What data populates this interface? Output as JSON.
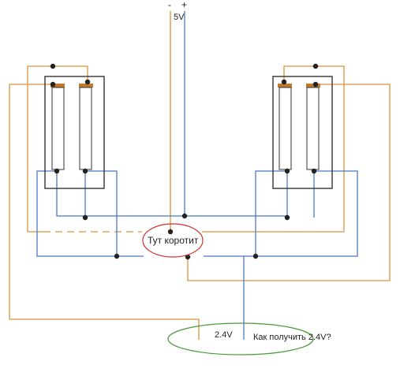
{
  "labels": {
    "minus": "-",
    "plus": "+",
    "supply": "5V",
    "short_note": "Тут коротит",
    "output_voltage": "2.4V",
    "question": "Как получить 2.4V?"
  },
  "colors": {
    "orange_wire": "#d9953b",
    "blue_wire": "#4a78c4",
    "switch_frame": "#333333",
    "contact_pad": "#c07a2a",
    "junction": "#222222",
    "short_ellipse": "#d03030",
    "output_ellipse": "#4a9a3a",
    "background": "#ffffff"
  }
}
